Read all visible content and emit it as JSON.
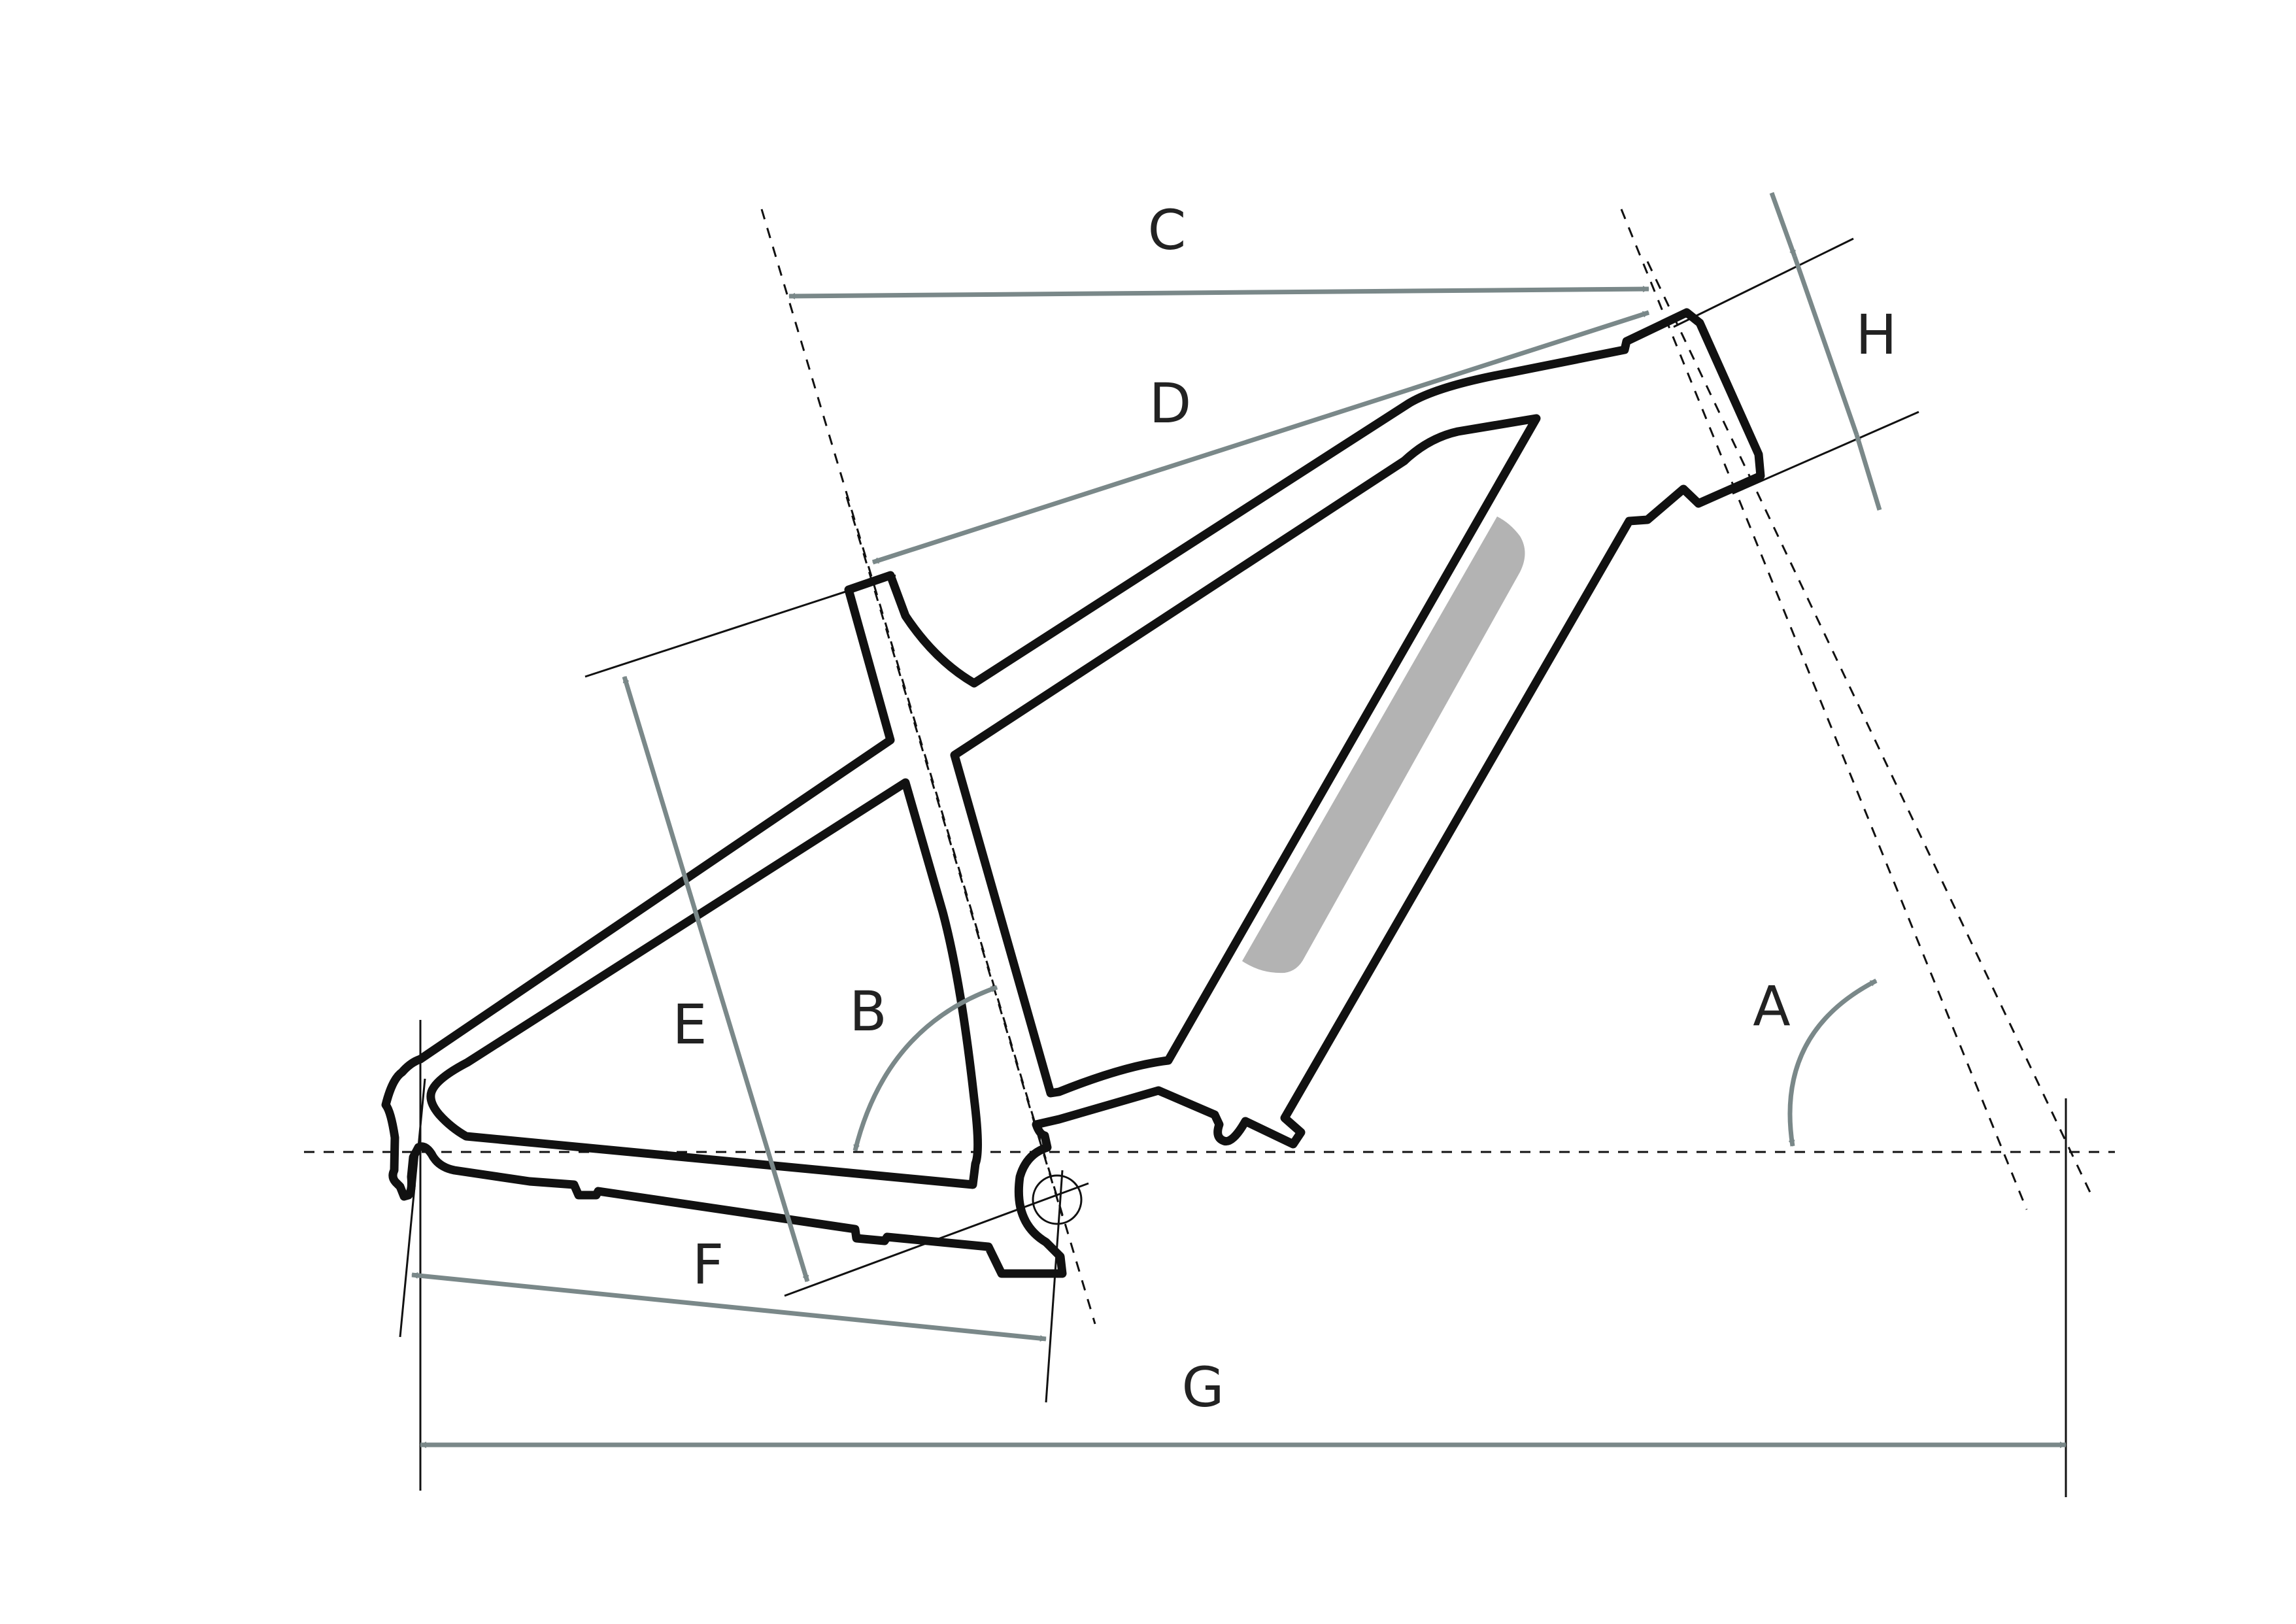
{
  "labels": {
    "A": "A",
    "B": "B",
    "C": "C",
    "D": "D",
    "E": "E",
    "F": "F",
    "G": "G",
    "H": "H"
  },
  "colors": {
    "frame": "#111111",
    "dimension": "#7a8889",
    "battery": "#b3b3b3",
    "background": "#ffffff"
  }
}
